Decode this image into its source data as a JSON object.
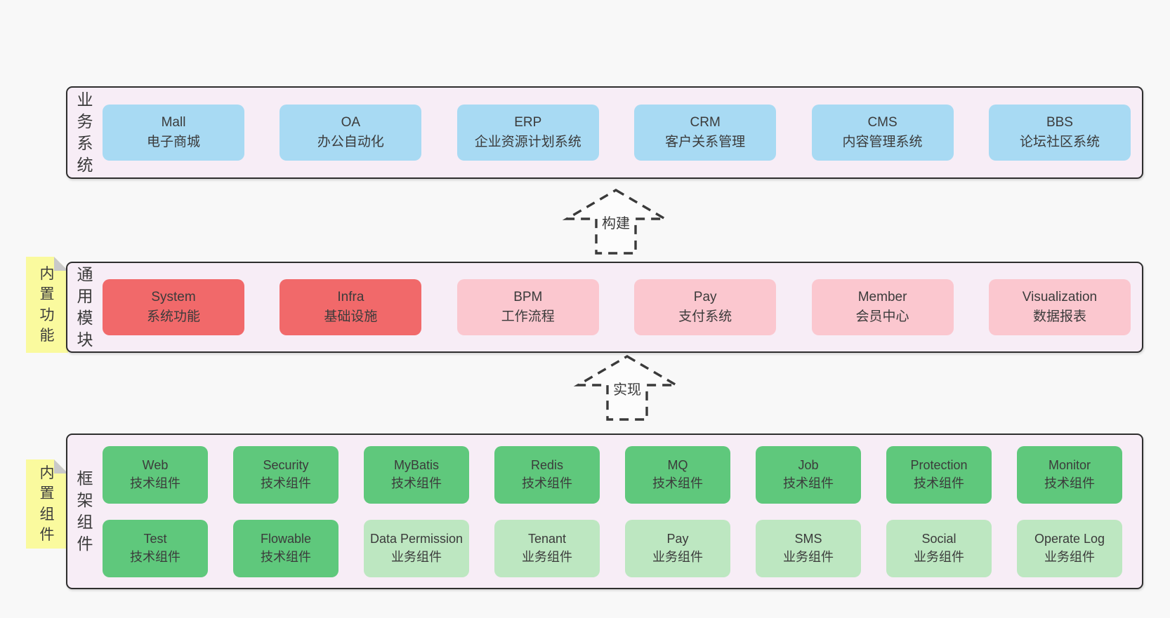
{
  "colors": {
    "page_bg": "#f8f8f8",
    "panel_bg": "#f7edf6",
    "panel_border": "#2e2e2e",
    "blue": "#a8daf3",
    "red": "#f1696a",
    "pink": "#fbc7cf",
    "green_dark": "#5fc87c",
    "green_light": "#bde7c1",
    "note_yellow": "#fafa9e",
    "fold_gray": "#c9c9c9",
    "text": "#3b3b3b"
  },
  "arrows": [
    {
      "label": "构建"
    },
    {
      "label": "实现"
    }
  ],
  "sections": {
    "business": {
      "label": "业务系统",
      "boxes": [
        {
          "title": "Mall",
          "subtitle": "电子商城",
          "variant": "blue"
        },
        {
          "title": "OA",
          "subtitle": "办公自动化",
          "variant": "blue"
        },
        {
          "title": "ERP",
          "subtitle": "企业资源计划系统",
          "variant": "blue"
        },
        {
          "title": "CRM",
          "subtitle": "客户关系管理",
          "variant": "blue"
        },
        {
          "title": "CMS",
          "subtitle": "内容管理系统",
          "variant": "blue"
        },
        {
          "title": "BBS",
          "subtitle": "论坛社区系统",
          "variant": "blue"
        }
      ]
    },
    "modules": {
      "label": "通用模块",
      "note": "内置功能",
      "boxes": [
        {
          "title": "System",
          "subtitle": "系统功能",
          "variant": "red"
        },
        {
          "title": "Infra",
          "subtitle": "基础设施",
          "variant": "red"
        },
        {
          "title": "BPM",
          "subtitle": "工作流程",
          "variant": "pink"
        },
        {
          "title": "Pay",
          "subtitle": "支付系统",
          "variant": "pink"
        },
        {
          "title": "Member",
          "subtitle": "会员中心",
          "variant": "pink"
        },
        {
          "title": "Visualization",
          "subtitle": "数据报表",
          "variant": "pink"
        }
      ]
    },
    "components": {
      "label": "框架组件",
      "note": "内置组件",
      "row1": [
        {
          "title": "Web",
          "subtitle": "技术组件",
          "variant": "green-dark"
        },
        {
          "title": "Security",
          "subtitle": "技术组件",
          "variant": "green-dark"
        },
        {
          "title": "MyBatis",
          "subtitle": "技术组件",
          "variant": "green-dark"
        },
        {
          "title": "Redis",
          "subtitle": "技术组件",
          "variant": "green-dark"
        },
        {
          "title": "MQ",
          "subtitle": "技术组件",
          "variant": "green-dark"
        },
        {
          "title": "Job",
          "subtitle": "技术组件",
          "variant": "green-dark"
        },
        {
          "title": "Protection",
          "subtitle": "技术组件",
          "variant": "green-dark"
        },
        {
          "title": "Monitor",
          "subtitle": "技术组件",
          "variant": "green-dark"
        }
      ],
      "row2": [
        {
          "title": "Test",
          "subtitle": "技术组件",
          "variant": "green-dark"
        },
        {
          "title": "Flowable",
          "subtitle": "技术组件",
          "variant": "green-dark"
        },
        {
          "title": "Data Permission",
          "subtitle": "业务组件",
          "variant": "green-light"
        },
        {
          "title": "Tenant",
          "subtitle": "业务组件",
          "variant": "green-light"
        },
        {
          "title": "Pay",
          "subtitle": "业务组件",
          "variant": "green-light"
        },
        {
          "title": "SMS",
          "subtitle": "业务组件",
          "variant": "green-light"
        },
        {
          "title": "Social",
          "subtitle": "业务组件",
          "variant": "green-light"
        },
        {
          "title": "Operate Log",
          "subtitle": "业务组件",
          "variant": "green-light"
        }
      ]
    }
  }
}
